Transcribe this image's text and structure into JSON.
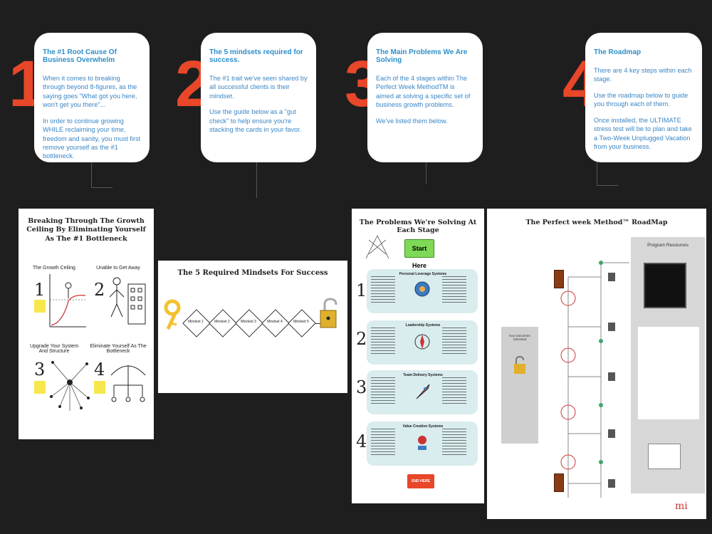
{
  "steps": [
    {
      "number": "1",
      "title": "The #1 Root Cause Of Business Overwhelm",
      "paragraphs": [
        "When it comes to breaking through beyond 8-figures, as the saying goes \"What got you here, won't get you there\"...",
        "In order to continue growing WHILE reclaiming your time, freedom and sanity, you must first remove yourself as the #1 bottleneck."
      ]
    },
    {
      "number": "2",
      "title": "The 5 mindsets required for success.",
      "paragraphs": [
        "The #1 trait we've seen shared by all successful clients is their mindset.",
        "Use the guide below as a \"gut check\" to help ensure you're stacking the cards in your favor."
      ]
    },
    {
      "number": "3",
      "title": "The Main Problems We Are Solving",
      "paragraphs": [
        "Each of the 4 stages within The Perfect Week MethodTM is aimed at solving a specific set of business growth problems.",
        "We've listed them below."
      ]
    },
    {
      "number": "4",
      "title": "The Roadmap",
      "paragraphs": [
        "There are 4 key steps within each stage.",
        "Use the roadmap below to guide you through each of them.",
        "Once installed, the ULTIMATE stress test will be to plan and take a Two-Week Unplugged Vacation from your business."
      ]
    }
  ],
  "panel1": {
    "title": "Breaking Through The Growth Ceiling By Eliminating Yourself As The #1 Bottleneck",
    "cells": [
      {
        "num": "1",
        "label": "The Growth Ceiling"
      },
      {
        "num": "2",
        "label": "Unable to Get Away"
      },
      {
        "num": "3",
        "label": "Upgrade Your System And Structure"
      },
      {
        "num": "4",
        "label": "Eliminate Yourself As The Bottleneck"
      }
    ]
  },
  "panel2": {
    "title": "The 5 Required Mindsets For Success",
    "mindsets": [
      "Mindset 1",
      "Mindset 2",
      "Mindset 3",
      "Mindset 4",
      "Mindset 5"
    ]
  },
  "panel3": {
    "title": "The Problems We're Solving At Each Stage",
    "start": "Start Here",
    "stages": [
      {
        "num": "1",
        "title": "Personal Leverage Systems"
      },
      {
        "num": "2",
        "title": "Leadership Systems"
      },
      {
        "num": "3",
        "title": "Team Delivery Systems"
      },
      {
        "num": "4",
        "title": "Value Creation Systems"
      }
    ],
    "end": "END HERE"
  },
  "panel4": {
    "title": "The Perfect week Method™ RoadMap",
    "resources": "Program Resources",
    "key_outcomes": "Key Outcomes Unlocked",
    "logo": "mi"
  },
  "colors": {
    "accent_orange": "#e8472a",
    "title_blue": "#2c8fc9",
    "body_blue": "#3a86c6",
    "start_green": "#7ed957"
  }
}
